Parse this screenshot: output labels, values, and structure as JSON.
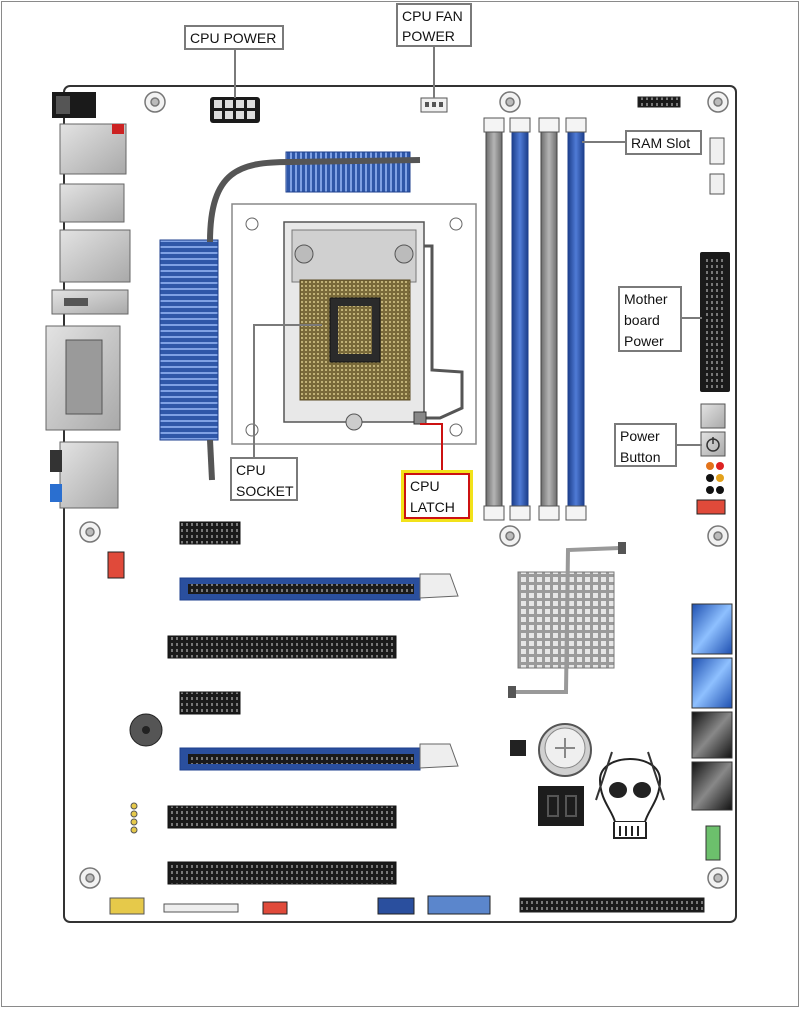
{
  "figure": {
    "labels": {
      "cpu_power": "CPU POWER",
      "cpu_fan_power": "CPU FAN\nPOWER",
      "ram_slot": "RAM Slot",
      "motherboard_power": "Mother\nboard\nPower",
      "power_button": "Power\nButton",
      "cpu_socket": "CPU\nSOCKET",
      "cpu_latch": "CPU\nLATCH"
    },
    "colors": {
      "board": "#ffffff",
      "outline": "#333333",
      "slot_blue": "#2a4f9e",
      "heatsink_blue": "#3a62b5",
      "slot_black": "#1c1c1c",
      "ram_grey": "#8d8d8d",
      "callout_border": "#7a7a7a",
      "latch_highlight_red": "#cc1111",
      "latch_highlight_yellow": "#f2e21a"
    }
  }
}
